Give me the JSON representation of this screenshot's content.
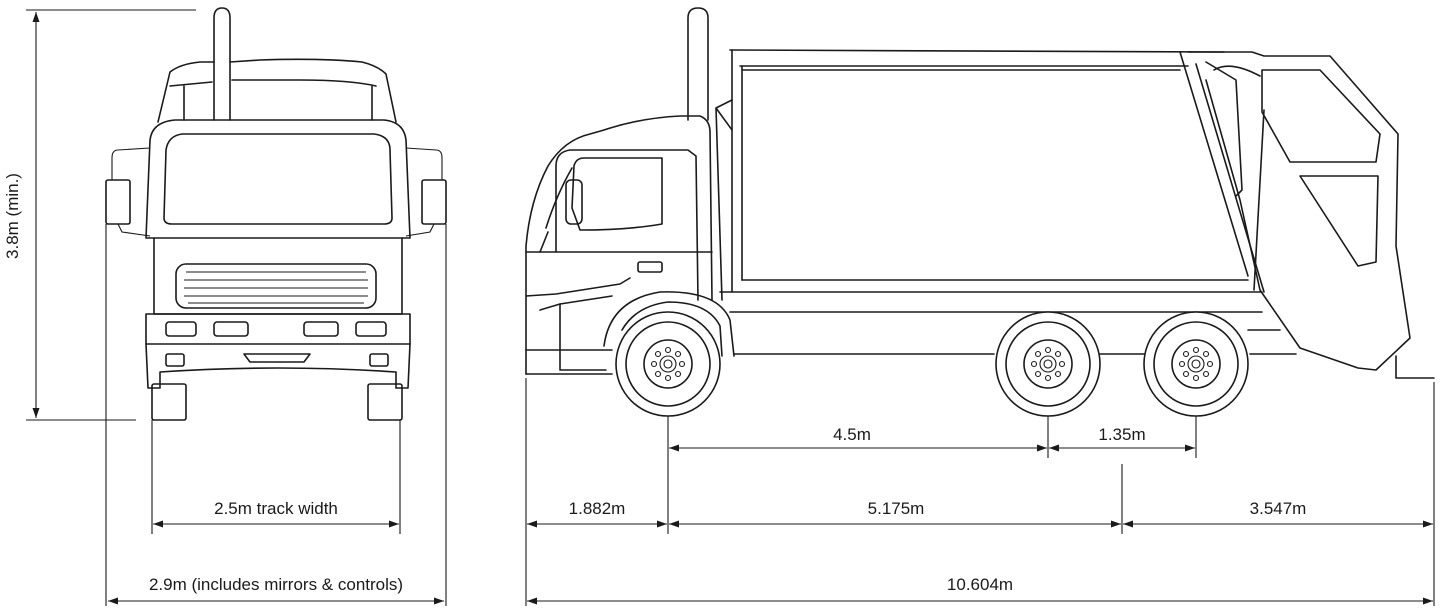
{
  "dimensions": {
    "height": "3.8m (min.)",
    "track_width": "2.5m track width",
    "overall_width": "2.9m (includes mirrors & controls)",
    "wheelbase_front": "4.5m",
    "axle_spacing": "1.35m",
    "front_overhang": "1.882m",
    "mid_section": "5.175m",
    "rear_section": "3.547m",
    "overall_length": "10.604m"
  }
}
